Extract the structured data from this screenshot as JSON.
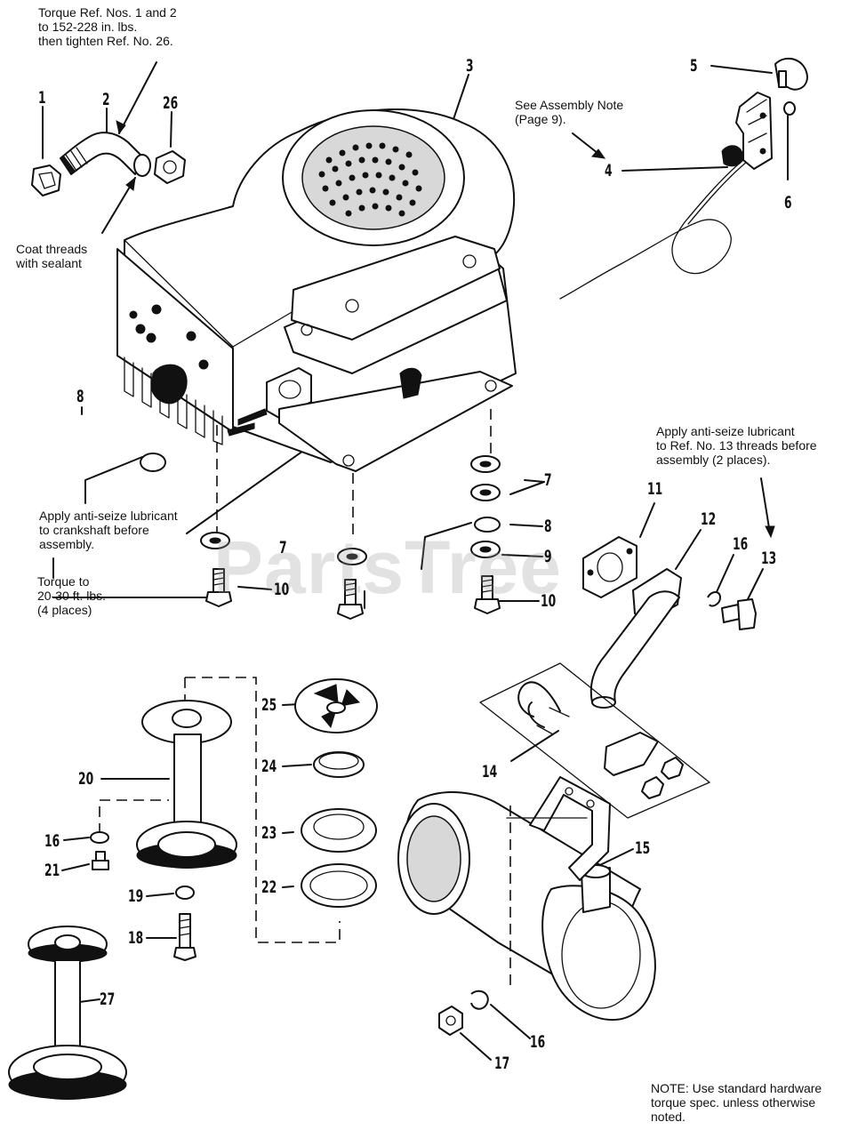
{
  "notes": {
    "torque_ref_1_2": [
      "Torque Ref. Nos. 1 and 2",
      "to 152-228 in. lbs.",
      "then tighten Ref. No. 26."
    ],
    "coat_threads": [
      "Coat threads",
      "with sealant"
    ],
    "assembly_note": [
      "See Assembly Note",
      "(Page 9)."
    ],
    "anti_seize_ref_13": [
      "Apply anti-seize lubricant",
      "to Ref. No. 13 threads before",
      "assembly (2 places)."
    ],
    "anti_seize_crankshaft": [
      "Apply anti-seize lubricant",
      "to crankshaft before",
      "assembly."
    ],
    "torque_20_30": [
      "Torque to",
      "20-30 ft. lbs.",
      "(4 places)"
    ],
    "hardware_note": [
      "NOTE: Use standard hardware",
      "torque spec. unless otherwise",
      "noted."
    ]
  },
  "callouts": {
    "ref_1": "1",
    "ref_2": "2",
    "ref_26": "26",
    "ref_3": "3",
    "ref_5": "5",
    "ref_4": "4",
    "ref_6": "6",
    "ref_8_left": "8",
    "ref_7_right_upper": "7",
    "ref_8_right": "8",
    "ref_7_center": "7",
    "ref_9": "9",
    "ref_10_center": "10",
    "ref_10_right": "10",
    "ref_11": "11",
    "ref_12": "12",
    "ref_16_upper": "16",
    "ref_13": "13",
    "ref_25": "25",
    "ref_24": "24",
    "ref_20": "20",
    "ref_23": "23",
    "ref_16_left": "16",
    "ref_21": "21",
    "ref_22": "22",
    "ref_19": "19",
    "ref_18": "18",
    "ref_14": "14",
    "ref_15": "15",
    "ref_27": "27",
    "ref_16_lower": "16",
    "ref_17": "17"
  },
  "watermark": "PartsTree"
}
